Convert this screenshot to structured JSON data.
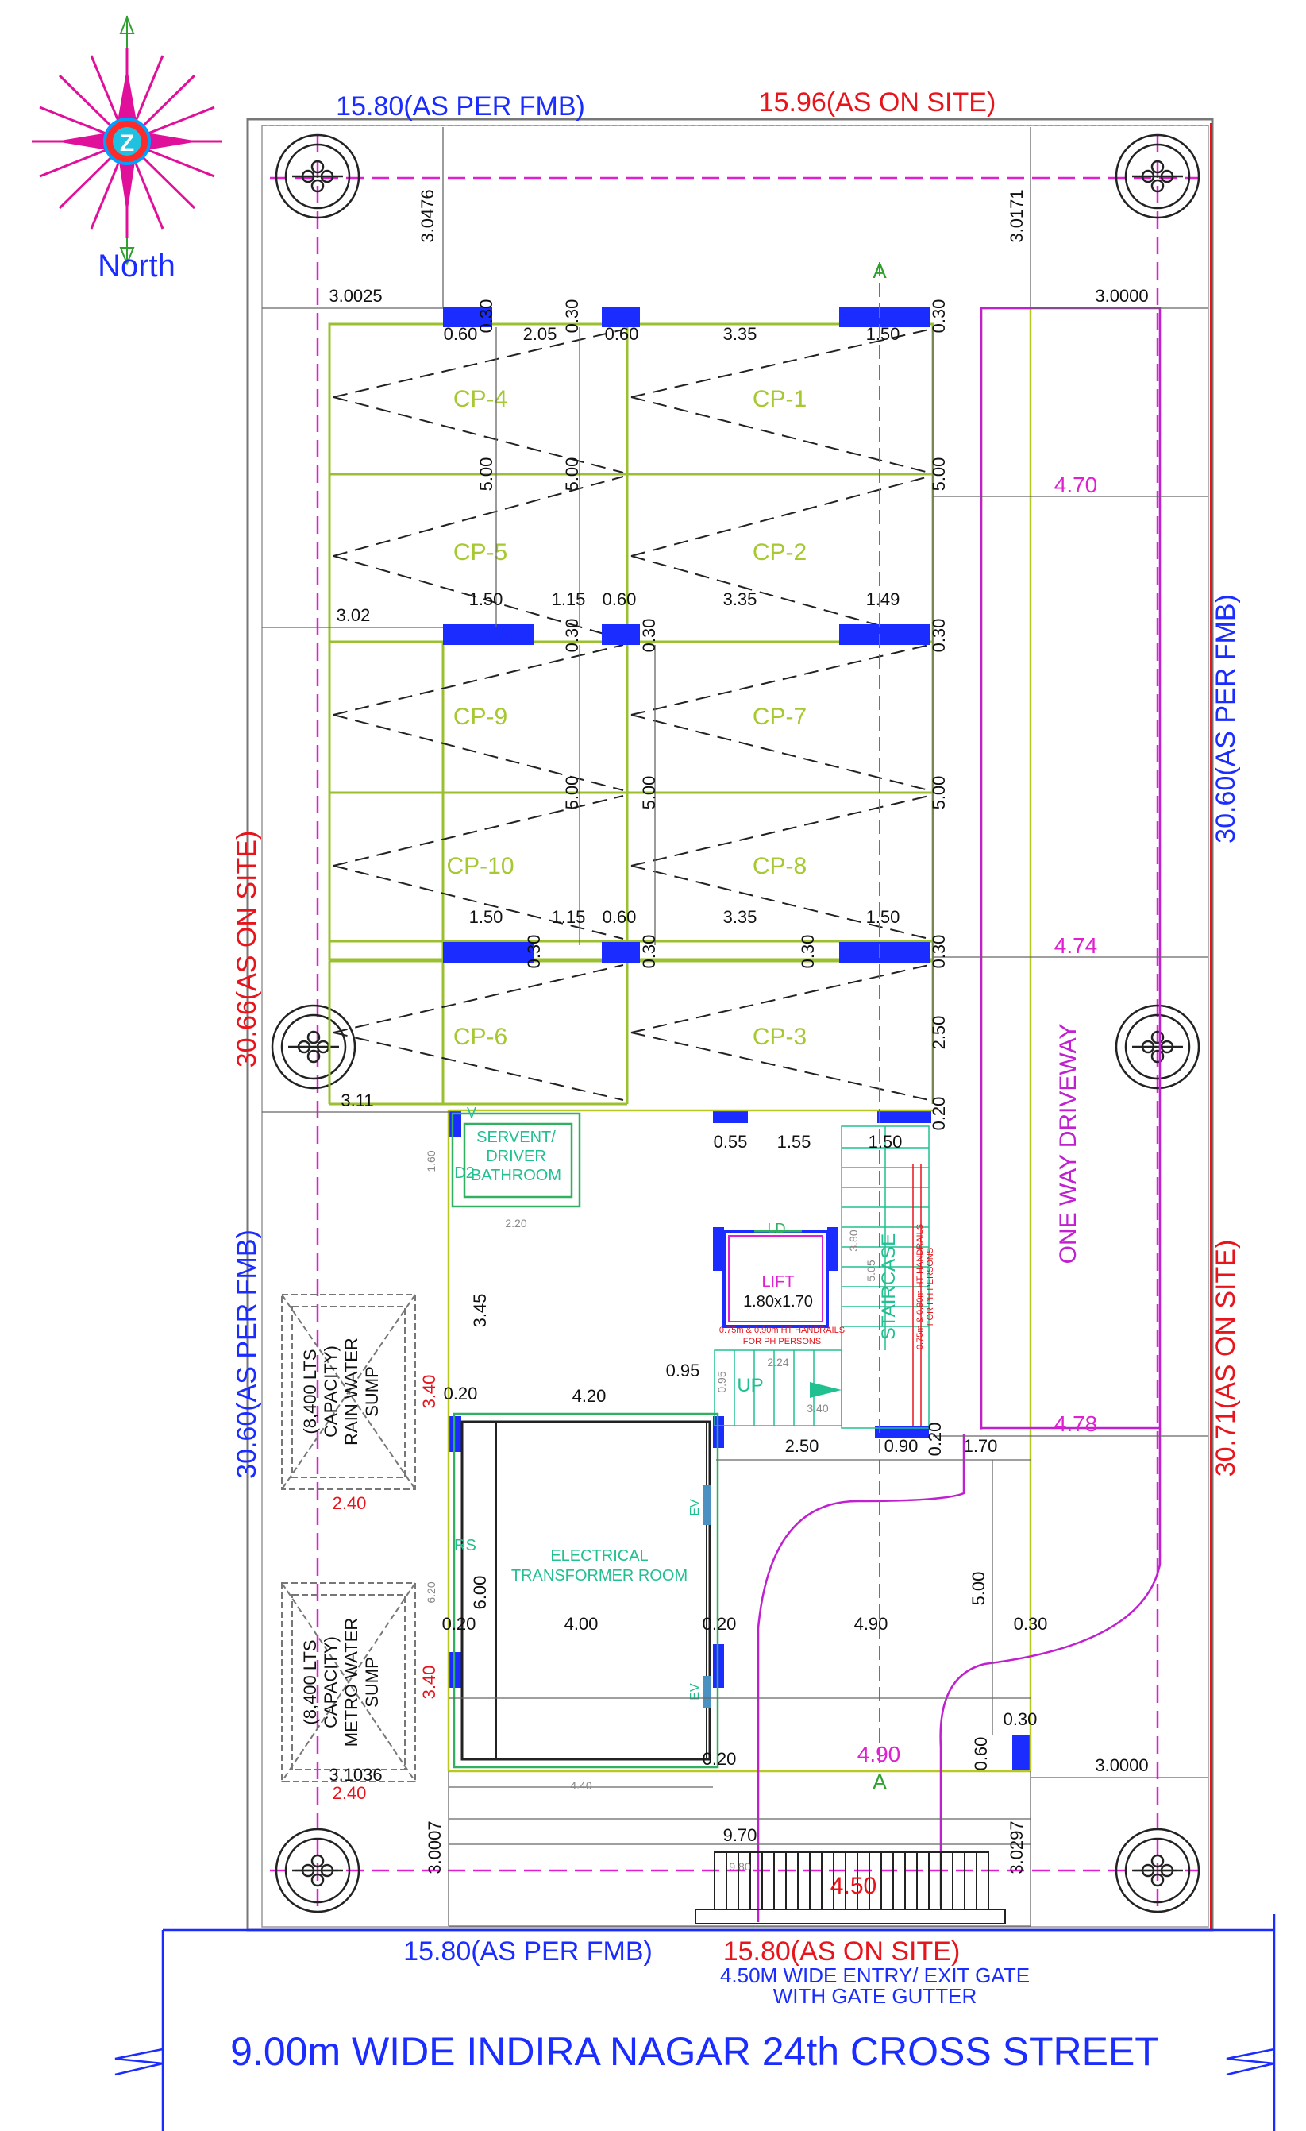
{
  "north": {
    "label": "North",
    "badge": "Z"
  },
  "top": {
    "fmb": "15.80(AS PER FMB)",
    "site": "15.96(AS ON SITE)"
  },
  "bottom": {
    "fmb": "15.80(AS PER FMB)",
    "site": "15.80(AS ON SITE)",
    "gate_line1": "4.50M WIDE ENTRY/ EXIT GATE",
    "gate_line2": "WITH GATE GUTTER",
    "gate_dim": "4.50"
  },
  "left": {
    "site": "30.66(AS ON SITE)",
    "fmb": "30.60(AS PER FMB)"
  },
  "right": {
    "fmb": "30.60(AS PER FMB)",
    "site": "30.71(AS ON SITE)"
  },
  "street": "9.00m WIDE INDIRA NAGAR 24th CROSS STREET",
  "driveway": "ONE WAY DRIVEWAY",
  "parking": [
    "CP-1",
    "CP-2",
    "CP-3",
    "CP-4",
    "CP-5",
    "CP-6",
    "CP-7",
    "CP-8",
    "CP-9",
    "CP-10"
  ],
  "rooms": {
    "servant": [
      "SERVENT/",
      "DRIVER",
      "BATHROOM"
    ],
    "servant_door": "D2",
    "servant_vent": "V",
    "lift": "LIFT",
    "lift_size": "1.80x1.70",
    "lift_door": "LD",
    "staircase": "STAIRCASE",
    "up": "UP",
    "transformer": [
      "ELECTRICAL",
      "TRANSFORMER ROOM"
    ],
    "rs": "RS",
    "ev": "EV",
    "handrail": "0.75m & 0.90m HT HANDRAILS",
    "handrail2": "FOR PH PERSONS",
    "section_a": "A"
  },
  "sumps": {
    "rain": [
      "(8,400 LTS",
      "CAPACITY)",
      "RAIN WATER",
      "SUMP"
    ],
    "metro": [
      "(8,400 LTS",
      "CAPACITY)",
      "METRO WATER",
      "SUMP"
    ],
    "width": "2.40",
    "height": "3.40"
  },
  "magenta_dims": [
    "4.70",
    "4.74",
    "4.78",
    "4.90"
  ],
  "dims": {
    "setback_top_left": "3.0476",
    "setback_top_right": "3.0171",
    "setback_left_top": "3.0025",
    "setback_right_top": "3.0000",
    "setback_left_mid": "3.02",
    "setback_left_low": "3.11",
    "setback_left_bottom": "3.1036",
    "setback_right_bottom": "3.0000",
    "setback_bottom_left": "3.0007",
    "setback_bottom_right": "3.0297",
    "row1": [
      "0.60",
      "2.05",
      "0.60",
      "3.35",
      "1.50"
    ],
    "row2": [
      "1.50",
      "1.15",
      "0.60",
      "3.35",
      "1.49"
    ],
    "row3": [
      "1.50",
      "1.15",
      "0.60",
      "3.35",
      "1.50"
    ],
    "c30": "0.30",
    "c500": "5.00",
    "c250": "2.50",
    "c020": "0.20",
    "row4": [
      "0.55",
      "1.55",
      "1.50"
    ],
    "serv_w": "2.20",
    "serv_h": "1.60",
    "d345": "3.45",
    "d420": "4.20",
    "d095": "0.95",
    "lift_row": [
      "2.50",
      "0.90",
      "0.20",
      "1.70"
    ],
    "d400": "4.00",
    "d490": "4.90",
    "d600": "6.00",
    "d620": "6.20",
    "d440": "4.40",
    "d970": "9.70",
    "d980": "9.80",
    "d060": "0.60",
    "stair_small": [
      "3.80",
      "5.05",
      "2.24",
      "3.40",
      "0.95"
    ]
  }
}
